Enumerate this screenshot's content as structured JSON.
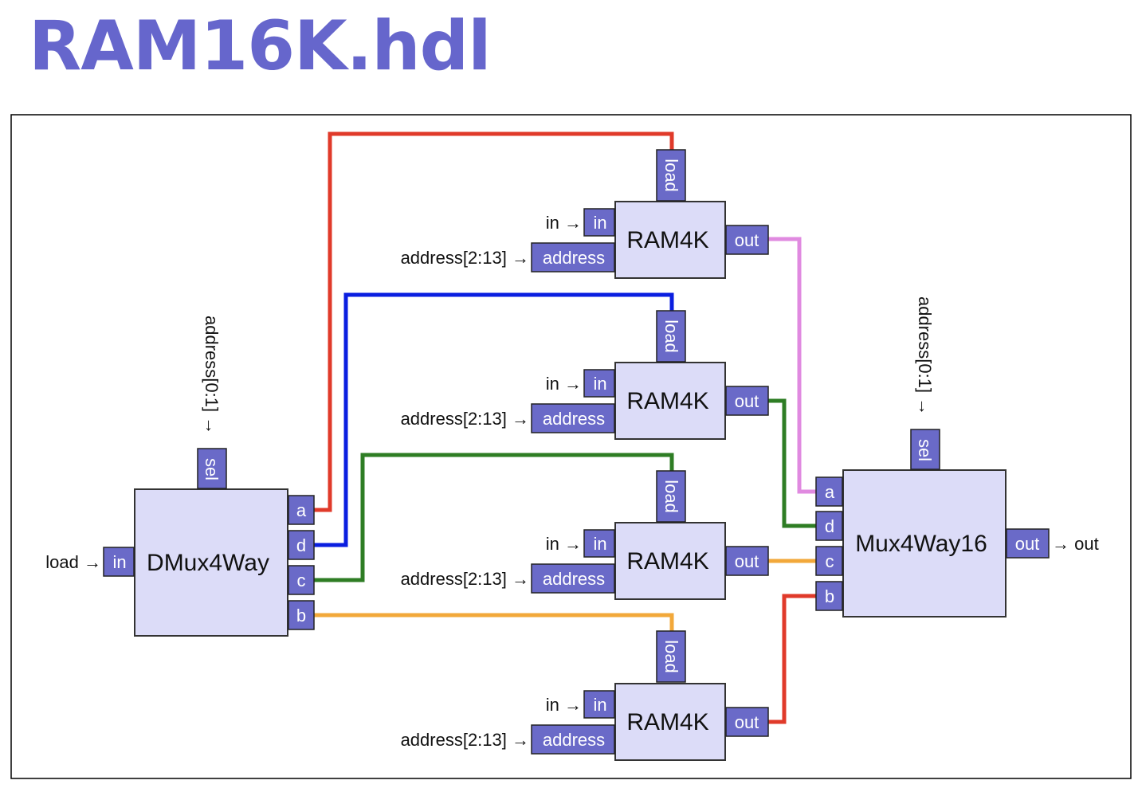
{
  "title": "RAM16K.hdl",
  "colors": {
    "title": "#6666cc",
    "chip_fill": "#dcdcf8",
    "pin_fill": "#6a6ac8",
    "wire_red": "#e03a2a",
    "wire_blue": "#0a1ee0",
    "wire_green": "#2e7d24",
    "wire_orange": "#f2a83a",
    "wire_pink": "#e08ae0"
  },
  "dmux": {
    "name": "DMux4Way",
    "in_pin": "in",
    "sel_pin": "sel",
    "outputs": [
      "a",
      "d",
      "c",
      "b"
    ],
    "in_label": "load",
    "sel_label": "address[0:1]"
  },
  "ram": [
    {
      "name": "RAM4K",
      "load_pin": "load",
      "in_pin": "in",
      "address_pin": "address",
      "out_pin": "out",
      "in_label": "in",
      "address_label": "address[2:13]"
    },
    {
      "name": "RAM4K",
      "load_pin": "load",
      "in_pin": "in",
      "address_pin": "address",
      "out_pin": "out",
      "in_label": "in",
      "address_label": "address[2:13]"
    },
    {
      "name": "RAM4K",
      "load_pin": "load",
      "in_pin": "in",
      "address_pin": "address",
      "out_pin": "out",
      "in_label": "in",
      "address_label": "address[2:13]"
    },
    {
      "name": "RAM4K",
      "load_pin": "load",
      "in_pin": "in",
      "address_pin": "address",
      "out_pin": "out",
      "in_label": "in",
      "address_label": "address[2:13]"
    }
  ],
  "mux": {
    "name": "Mux4Way16",
    "sel_pin": "sel",
    "inputs": [
      "a",
      "d",
      "c",
      "b"
    ],
    "out_pin": "out",
    "sel_label": "address[0:1]",
    "out_label": "out"
  },
  "arrow": "→"
}
